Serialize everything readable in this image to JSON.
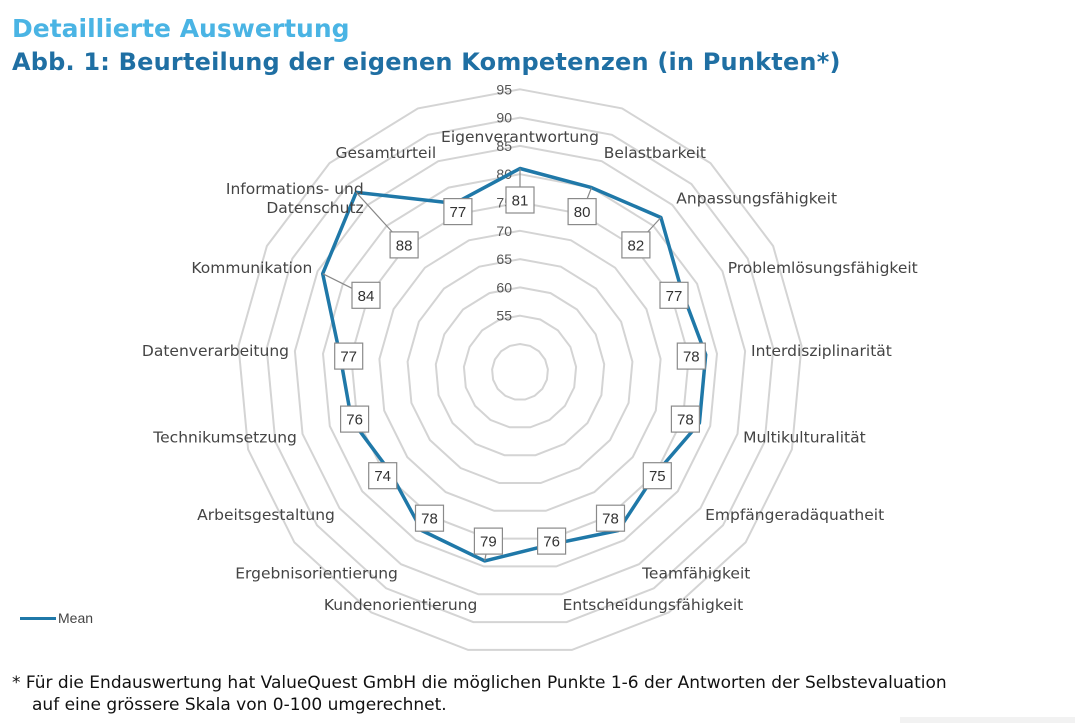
{
  "header": {
    "title": "Detaillierte Auswertung",
    "subtitle": "Abb. 1: Beurteilung der eigenen Kompetenzen (in Punkten*)"
  },
  "legend": {
    "label": "Mean",
    "color": "#1f78a8"
  },
  "footnote": {
    "line1": "* Für die Endauswertung hat ValueQuest GmbH die möglichen Punkte 1-6 der Antworten der Selbstevaluation",
    "line2": "auf eine grössere Skala von 0-100 umgerechnet."
  },
  "chart_data": {
    "type": "radar",
    "scale": {
      "min": 50,
      "max": 95,
      "ticks": [
        55,
        60,
        65,
        70,
        75,
        80,
        85,
        90,
        95
      ]
    },
    "grid": true,
    "legend_position": "bottom-left",
    "categories": [
      "Eigenverantwortung",
      "Belastbarkeit",
      "Anpassungsfähigkeit",
      "Problemlösungsfähigkeit",
      "Interdisziplinarität",
      "Multikulturalität",
      "Empfängeradäquatheit",
      "Teamfähigkeit",
      "Entscheidungsfähigkeit",
      "Kundenorientierung",
      "Ergebnisorientierung",
      "Arbeitsgestaltung",
      "Technikumsetzung",
      "Datenverarbeitung",
      "Kommunikation",
      "Informations- und Datenschutz",
      "Gesamturteil"
    ],
    "series": [
      {
        "name": "Mean",
        "color": "#1f78a8",
        "values": [
          81,
          80,
          82,
          77,
          78,
          78,
          75,
          78,
          76,
          79,
          78,
          74,
          76,
          77,
          84,
          88,
          77
        ]
      }
    ]
  }
}
